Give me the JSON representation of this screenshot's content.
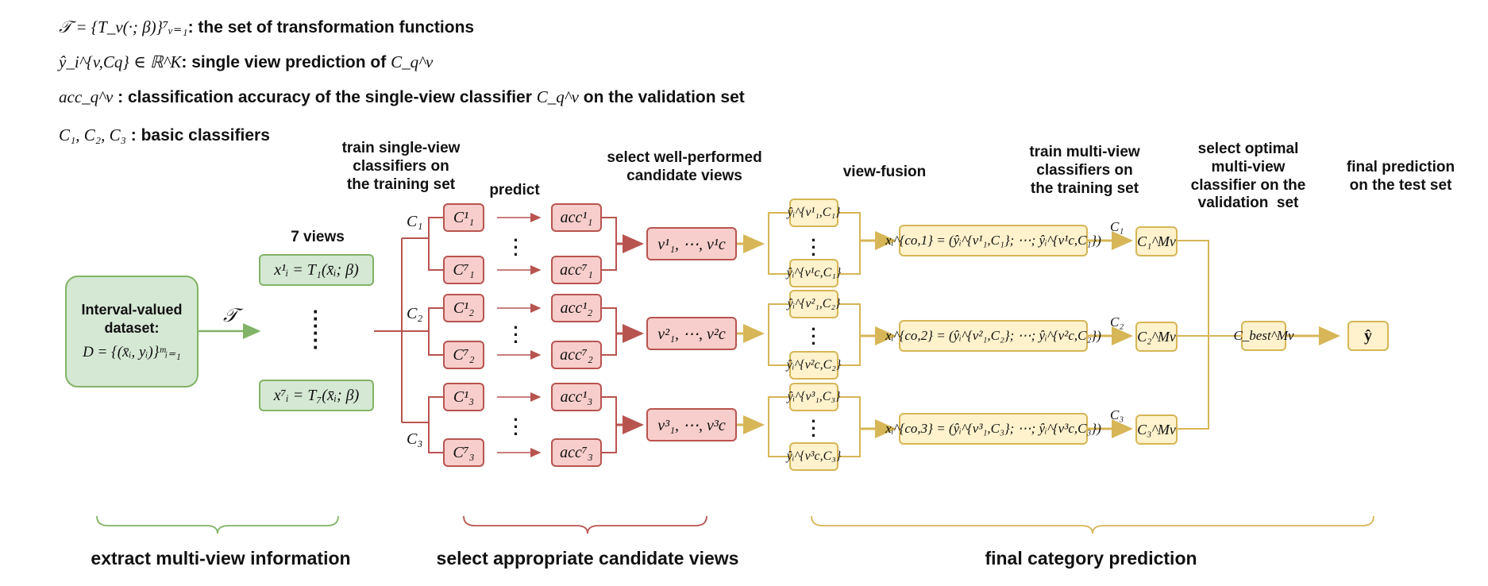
{
  "legend": {
    "l1_math": "𝒯 = {T_v(·; β)}⁷ᵥ₌₁",
    "l1_text": ": the set of transformation functions",
    "l2_math": "ŷ_i^{v,Cq} ∈ ℝ^K",
    "l2_text": ": single view prediction of ",
    "l2_tail": "C_q^v",
    "l3_math": "acc_q^v",
    "l3_text": " : classification accuracy of the single-view classifier ",
    "l3_mid": "C_q^v",
    "l3_tail": " on the validation set",
    "l4_math": "C₁, C₂, C₃",
    "l4_text": " : basic classifiers"
  },
  "steps": {
    "views": "7 views",
    "train_single": "train single-view\nclassifiers on\nthe training set",
    "predict": "predict",
    "select_views": "select well-performed\ncandidate views",
    "fusion": "view-fusion",
    "train_multi": "train multi-view\nclassifiers on\nthe training set",
    "select_optimal": "select optimal\nmulti-view\nclassifier on the\nvalidation  set",
    "final_pred": "final prediction\non the test set"
  },
  "dataset": {
    "title": "Interval-valued\ndataset:",
    "formula": "D = {(x̄ᵢ, yᵢ)}ᵐᵢ₌₁"
  },
  "transform_symbol": "𝒯",
  "views": {
    "first": "x¹ᵢ = T₁(x̄ᵢ; β)",
    "last": "x⁷ᵢ = T₇(x̄ᵢ; β)"
  },
  "classifier_labels": [
    "C₁",
    "C₂",
    "C₃"
  ],
  "groups": [
    {
      "clf_top": "C¹₁",
      "clf_bot": "C⁷₁",
      "acc_top": "acc¹₁",
      "acc_bot": "acc⁷₁",
      "cand": "v¹₁, ⋯, v¹c",
      "fuse_top": "ŷᵢ^{v¹₁,C₁}",
      "fuse_bot": "ŷᵢ^{v¹c,C₁}",
      "concat": "xᵢ^{co,1} = (ŷᵢ^{v¹₁,C₁}; ⋯; ŷᵢ^{v¹c,C₁})",
      "mv": "C₁^Mv"
    },
    {
      "clf_top": "C¹₂",
      "clf_bot": "C⁷₂",
      "acc_top": "acc¹₂",
      "acc_bot": "acc⁷₂",
      "cand": "v²₁, ⋯, v²c",
      "fuse_top": "ŷᵢ^{v²₁,C₂}",
      "fuse_bot": "ŷᵢ^{v²c,C₂}",
      "concat": "xᵢ^{co,2} = (ŷᵢ^{v²₁,C₂}; ⋯; ŷᵢ^{v²c,C₂})",
      "mv": "C₂^Mv"
    },
    {
      "clf_top": "C¹₃",
      "clf_bot": "C⁷₃",
      "acc_top": "acc¹₃",
      "acc_bot": "acc⁷₃",
      "cand": "v³₁, ⋯, v³c",
      "fuse_top": "ŷᵢ^{v³₁,C₃}",
      "fuse_bot": "ŷᵢ^{v³c,C₃}",
      "concat": "xᵢ^{co,3} = (ŷᵢ^{v³₁,C₃}; ⋯; ŷᵢ^{v³c,C₃})",
      "mv": "C₃^Mv"
    }
  ],
  "best": "C_best^Mv",
  "final": "ŷ",
  "phases": [
    "extract multi-view information",
    "select appropriate candidate views",
    "final category prediction"
  ],
  "colors": {
    "green": "#82b366",
    "green_fill": "#d5e8d4",
    "red": "#b85450",
    "red_fill": "#f8cecc",
    "gold": "#d6b656",
    "gold_fill": "#fff2cc"
  }
}
